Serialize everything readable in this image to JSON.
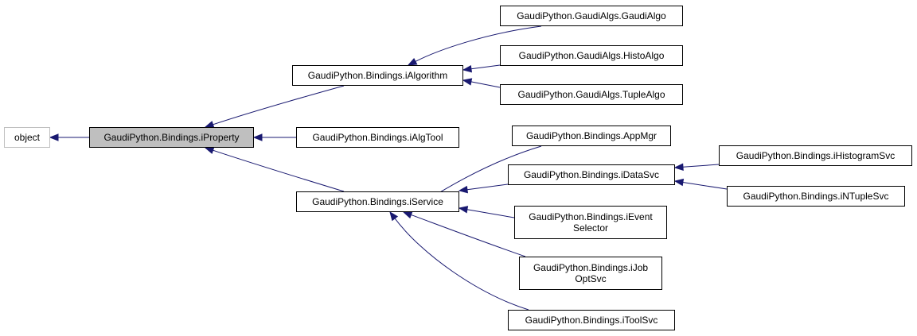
{
  "diagram": {
    "colors": {
      "edge": "#191970",
      "node_border": "#000000",
      "external_border": "#bfbfbf",
      "current_fill": "#bfbfbf",
      "background": "#ffffff"
    },
    "nodes": [
      {
        "id": "object",
        "lines": [
          "object"
        ],
        "kind": "external"
      },
      {
        "id": "iProperty",
        "lines": [
          "GaudiPython.Bindings.iProperty"
        ],
        "kind": "current"
      },
      {
        "id": "iAlgorithm",
        "lines": [
          "GaudiPython.Bindings.iAlgorithm"
        ],
        "kind": "normal"
      },
      {
        "id": "iAlgTool",
        "lines": [
          "GaudiPython.Bindings.iAlgTool"
        ],
        "kind": "normal"
      },
      {
        "id": "iService",
        "lines": [
          "GaudiPython.Bindings.iService"
        ],
        "kind": "normal"
      },
      {
        "id": "GaudiAlgo",
        "lines": [
          "GaudiPython.GaudiAlgs.GaudiAlgo"
        ],
        "kind": "normal"
      },
      {
        "id": "HistoAlgo",
        "lines": [
          "GaudiPython.GaudiAlgs.HistoAlgo"
        ],
        "kind": "normal"
      },
      {
        "id": "TupleAlgo",
        "lines": [
          "GaudiPython.GaudiAlgs.TupleAlgo"
        ],
        "kind": "normal"
      },
      {
        "id": "AppMgr",
        "lines": [
          "GaudiPython.Bindings.AppMgr"
        ],
        "kind": "normal"
      },
      {
        "id": "iDataSvc",
        "lines": [
          "GaudiPython.Bindings.iDataSvc"
        ],
        "kind": "normal"
      },
      {
        "id": "iEventSelector",
        "lines": [
          "GaudiPython.Bindings.iEvent",
          "Selector"
        ],
        "kind": "normal"
      },
      {
        "id": "iJobOptSvc",
        "lines": [
          "GaudiPython.Bindings.iJob",
          "OptSvc"
        ],
        "kind": "normal"
      },
      {
        "id": "iToolSvc",
        "lines": [
          "GaudiPython.Bindings.iToolSvc"
        ],
        "kind": "normal"
      },
      {
        "id": "iHistogramSvc",
        "lines": [
          "GaudiPython.Bindings.iHistogramSvc"
        ],
        "kind": "normal"
      },
      {
        "id": "iNTupleSvc",
        "lines": [
          "GaudiPython.Bindings.iNTupleSvc"
        ],
        "kind": "normal"
      }
    ],
    "edges": [
      {
        "from": "iProperty",
        "to": "object"
      },
      {
        "from": "iAlgorithm",
        "to": "iProperty"
      },
      {
        "from": "iAlgTool",
        "to": "iProperty"
      },
      {
        "from": "iService",
        "to": "iProperty"
      },
      {
        "from": "GaudiAlgo",
        "to": "iAlgorithm"
      },
      {
        "from": "HistoAlgo",
        "to": "iAlgorithm"
      },
      {
        "from": "TupleAlgo",
        "to": "iAlgorithm"
      },
      {
        "from": "AppMgr",
        "to": "iService"
      },
      {
        "from": "iDataSvc",
        "to": "iService"
      },
      {
        "from": "iEventSelector",
        "to": "iService"
      },
      {
        "from": "iJobOptSvc",
        "to": "iService"
      },
      {
        "from": "iToolSvc",
        "to": "iService"
      },
      {
        "from": "iHistogramSvc",
        "to": "iDataSvc"
      },
      {
        "from": "iNTupleSvc",
        "to": "iDataSvc"
      }
    ]
  }
}
